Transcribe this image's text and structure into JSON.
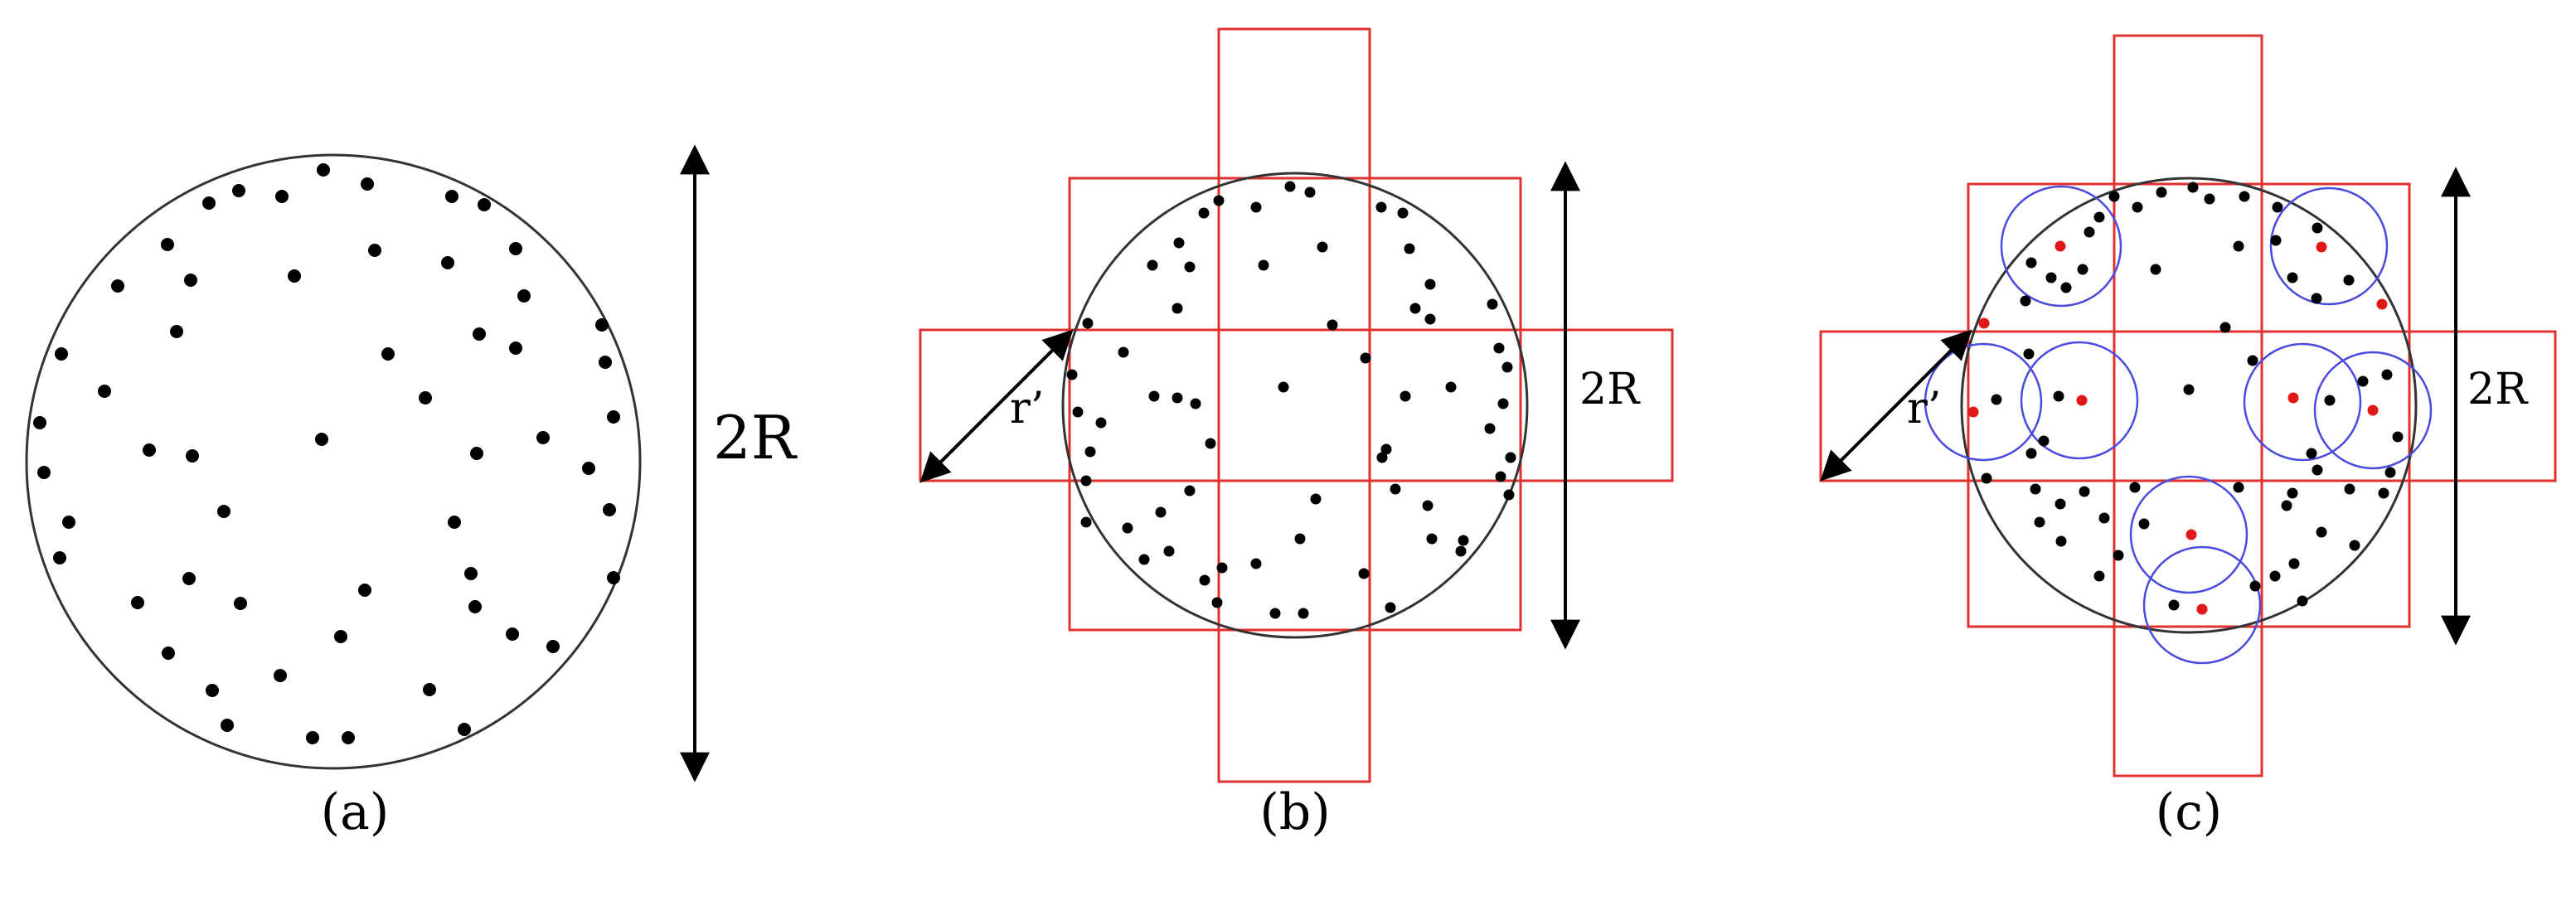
{
  "panels": {
    "a": {
      "caption": "(a)",
      "diameter_label": "2R"
    },
    "b": {
      "caption": "(b)",
      "diameter_label": "2R",
      "radius_label": "r’"
    },
    "c": {
      "caption": "(c)",
      "diameter_label": "2R",
      "radius_label": "r’"
    }
  },
  "colors": {
    "outline": "#333333",
    "point": "#000000",
    "grid_strip": "#e03030",
    "neighborhood_circle": "#4a4adf",
    "highlighted_point": "#e01818"
  }
}
